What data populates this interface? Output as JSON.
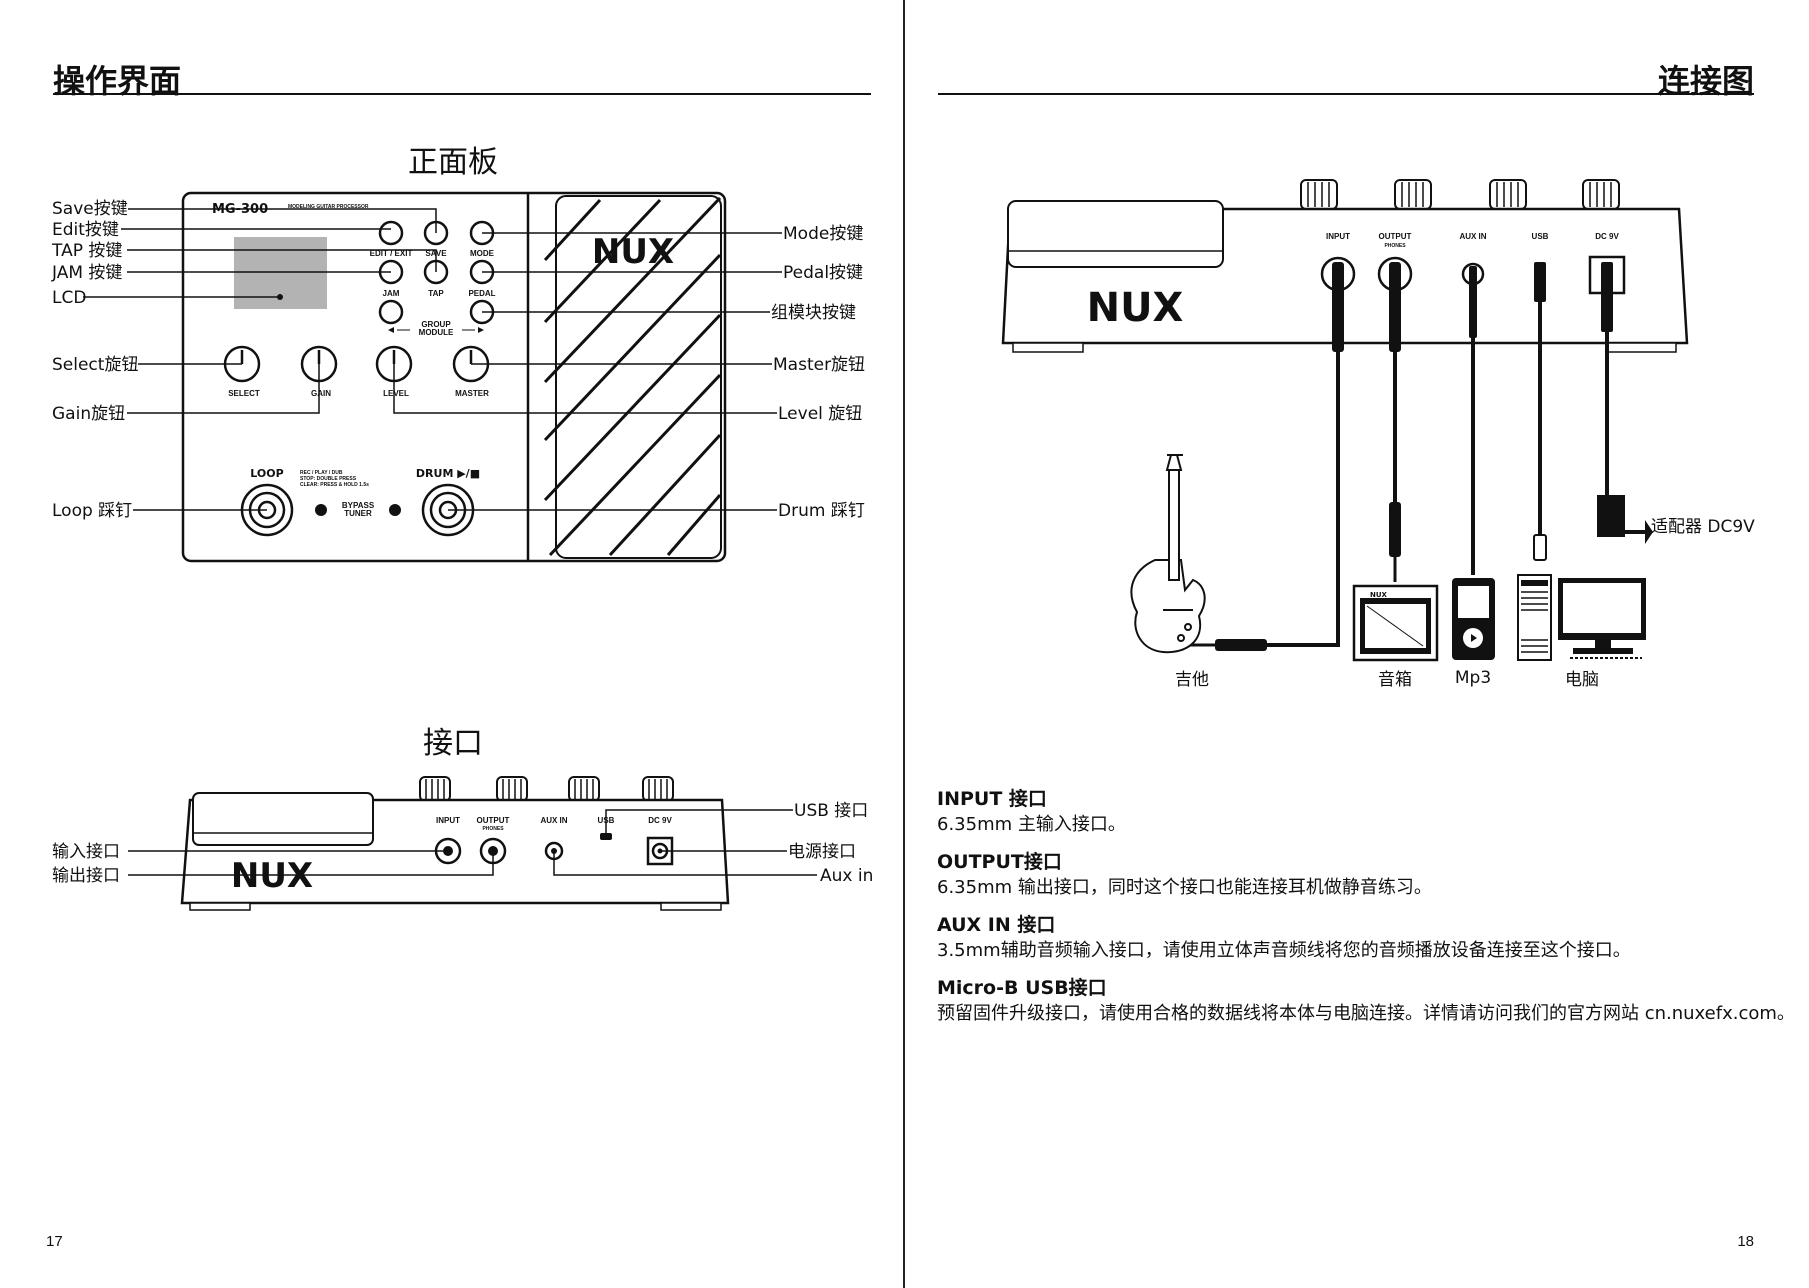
{
  "left_page": {
    "title": "操作界面",
    "page_number": "17",
    "front_panel": {
      "heading": "正面板",
      "callouts_left": [
        "Save按键",
        "Edit按键",
        "TAP 按键",
        "JAM 按键",
        "LCD",
        "Select旋钮",
        "Gain旋钮",
        "Loop 踩钉"
      ],
      "callouts_right": [
        "Mode按键",
        "Pedal按键",
        "组模块按键",
        "Master旋钮",
        "Level 旋钮",
        "Drum 踩钉"
      ],
      "device": {
        "model_text": "MG-300",
        "model_subtitle": "MODELING GUITAR PROCESSOR",
        "brand": "NUX",
        "buttons": [
          "EDIT / EXIT",
          "SAVE",
          "MODE",
          "JAM",
          "TAP",
          "PEDAL"
        ],
        "group_label": "GROUP",
        "module_label": "MODULE",
        "knobs": [
          "SELECT",
          "GAIN",
          "LEVEL",
          "MASTER"
        ],
        "loop_label": "LOOP",
        "loop_info": [
          "REC / PLAY / DUB",
          "STOP: DOUBLE PRESS",
          "CLEAR: PRESS & HOLD 1.5s"
        ],
        "drum_label": "DRUM ▶/■",
        "bypass_label": "BYPASS",
        "tuner_label": "TUNER"
      }
    },
    "ports": {
      "heading": "接口",
      "callouts_left": [
        "输入接口",
        "输出接口"
      ],
      "callouts_right": [
        "USB 接口",
        "电源接口",
        "Aux in"
      ],
      "jacks": [
        "INPUT",
        "OUTPUT",
        "AUX IN",
        "USB",
        "DC 9V"
      ],
      "phones_label": "PHONES",
      "brand": "NUX"
    }
  },
  "right_page": {
    "title": "连接图",
    "page_number": "18",
    "diagram": {
      "brand": "NUX",
      "jacks": [
        "INPUT",
        "OUTPUT",
        "AUX IN",
        "USB",
        "DC 9V"
      ],
      "phones_label": "PHONES",
      "devices": [
        "吉他",
        "音箱",
        "Mp3",
        "电脑"
      ],
      "adapter_label": "适配器 DC9V",
      "amp_brand": "NUX"
    },
    "specs": [
      {
        "title": "INPUT 接口",
        "text": "6.35mm 主输入接口。"
      },
      {
        "title": "OUTPUT接口",
        "text": "6.35mm 输出接口，同时这个接口也能连接耳机做静音练习。"
      },
      {
        "title": "AUX IN 接口",
        "text": "3.5mm辅助音频输入接口，请使用立体声音频线将您的音频播放设备连接至这个接口。"
      },
      {
        "title": "Micro-B USB接口",
        "text": "预留固件升级接口，请使用合格的数据线将本体与电脑连接。详情请访问我们的官方网站 cn.nuxefx.com。"
      }
    ]
  },
  "colors": {
    "ink": "#111111",
    "lcd": "#b3b3b3",
    "rule": "#111111"
  }
}
